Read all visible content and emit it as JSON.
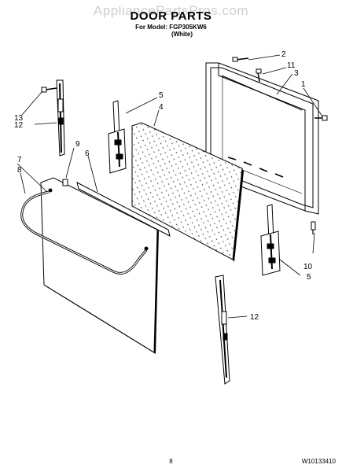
{
  "watermark": "AppliancePartsPros.com",
  "header": {
    "title": "DOOR PARTS",
    "model_line": "For Model: FGP305KW6",
    "color_line": "(White)"
  },
  "callouts": {
    "c1": "1",
    "c2": "2",
    "c3": "3",
    "c4": "4",
    "c5a": "5",
    "c5b": "5",
    "c6": "6",
    "c7": "7",
    "c8": "8",
    "c9": "9",
    "c10": "10",
    "c11": "11",
    "c12a": "12",
    "c12b": "12",
    "c13": "13"
  },
  "footer": {
    "page_number": "8",
    "doc_code": "W10133410"
  }
}
